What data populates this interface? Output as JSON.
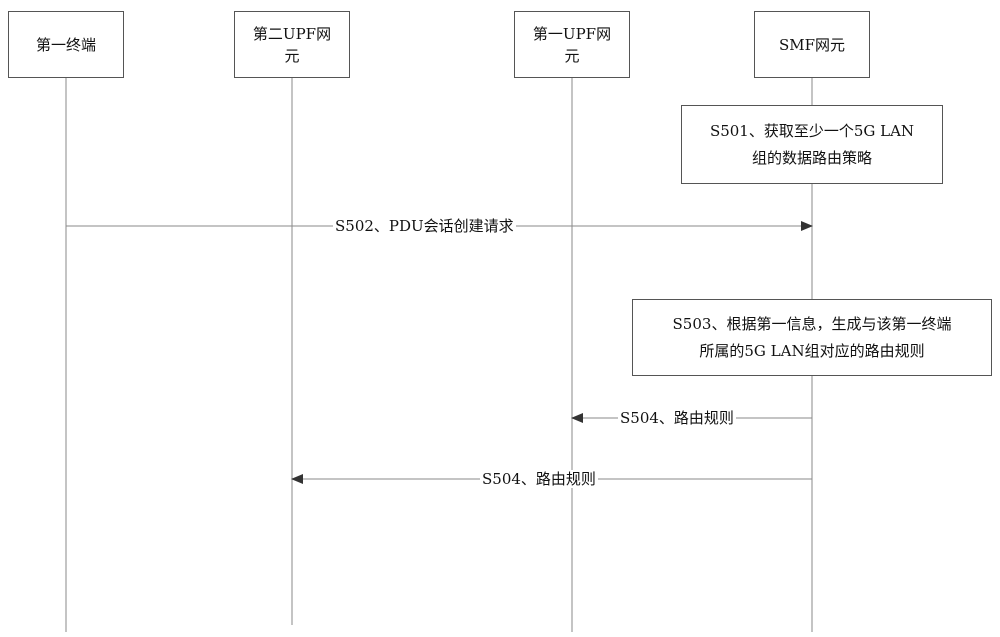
{
  "participants": [
    {
      "id": "terminal",
      "line1": "第一终端",
      "line2": ""
    },
    {
      "id": "upf2",
      "line1": "第二UPF网",
      "line2": "元"
    },
    {
      "id": "upf1",
      "line1": "第一UPF网",
      "line2": "元"
    },
    {
      "id": "smf",
      "line1": "SMF网元",
      "line2": ""
    }
  ],
  "notes": [
    {
      "id": "s501",
      "line1": "S501、获取至少一个5G LAN",
      "line2": "组的数据路由策略"
    },
    {
      "id": "s503",
      "line1": "S503、根据第一信息，生成与该第一终端",
      "line2": "所属的5G LAN组对应的路由规则"
    }
  ],
  "messages": [
    {
      "id": "s502",
      "label": "S502、PDU会话创建请求",
      "from": "terminal",
      "to": "smf"
    },
    {
      "id": "s504a",
      "label": "S504、路由规则",
      "from": "smf",
      "to": "upf1"
    },
    {
      "id": "s504b",
      "label": "S504、路由规则",
      "from": "smf",
      "to": "upf2"
    }
  ],
  "colors": {
    "line": "#8a8a8a",
    "border": "#555555",
    "arrow": "#333333"
  }
}
